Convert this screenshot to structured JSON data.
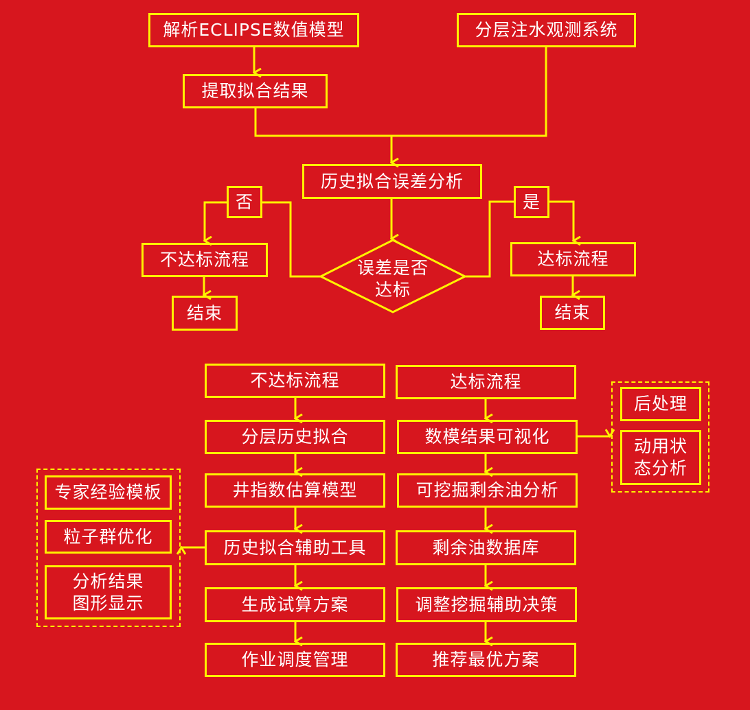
{
  "colors": {
    "background": "#D7161E",
    "stroke": "#FFF200",
    "text": "#FFFFFF"
  },
  "top": {
    "parse_model": "解析ECLIPSE数值模型",
    "observation_system": "分层注水观测系统",
    "extract_results": "提取拟合结果",
    "error_analysis": "历史拟合误差分析",
    "decision_line1": "误差是否",
    "decision_line2": "达标",
    "no_label": "否",
    "yes_label": "是",
    "fail_flow": "不达标流程",
    "pass_flow": "达标流程",
    "end_left": "结束",
    "end_right": "结束"
  },
  "fail_column": [
    "不达标流程",
    "分层历史拟合",
    "井指数估算模型",
    "历史拟合辅助工具",
    "生成试算方案",
    "作业调度管理"
  ],
  "pass_column": [
    "达标流程",
    "数模结果可视化",
    "可挖掘剩余油分析",
    "剩余油数据库",
    "调整挖掘辅助决策",
    "推荐最优方案"
  ],
  "tools_group": {
    "items": [
      "专家经验模板",
      "粒子群优化"
    ],
    "display_line1": "分析结果",
    "display_line2": "图形显示"
  },
  "post_group": {
    "item": "后处理",
    "usage_line1": "动用状",
    "usage_line2": "态分析"
  }
}
